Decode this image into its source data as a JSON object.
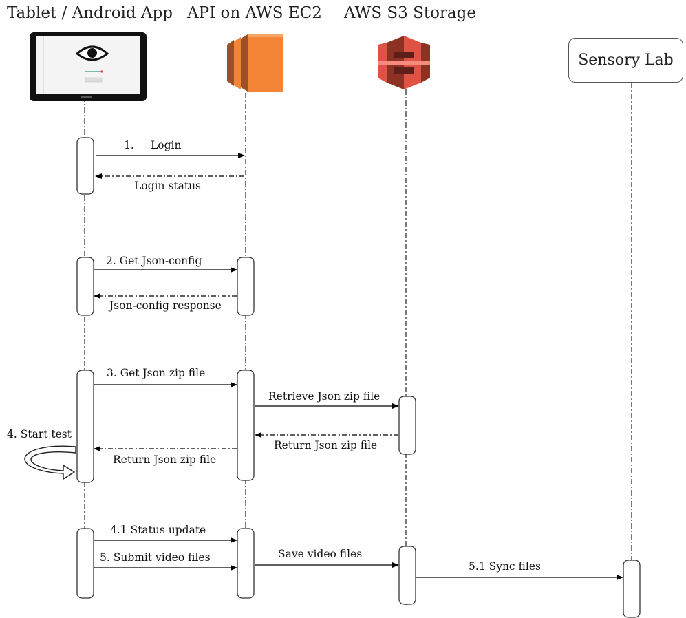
{
  "participants": {
    "tablet": "Tablet / Android App",
    "api": "API on AWS EC2",
    "s3": "AWS S3 Storage",
    "lab": "Sensory Lab"
  },
  "messages": {
    "m1_num": "1.",
    "m1_label": "Login",
    "m1_reply": "Login status",
    "m2": "2.  Get Json-config",
    "m2_reply": "Json-config response",
    "m3": "3.  Get Json zip file",
    "m3_retrieve": "Retrieve Json zip file",
    "m3_s3_reply": "Return Json zip file",
    "m3_reply": "Return Json zip file",
    "m4": "4.  Start test",
    "m41": "4.1 Status update",
    "m5": "5.  Submit video files",
    "m5_save": "Save video files",
    "m51": "5.1  Sync files"
  },
  "colors": {
    "ec2_orange": "#f58536",
    "ec2_dark": "#9d5025",
    "s3_red": "#e05243",
    "s3_dark": "#8c3123"
  }
}
